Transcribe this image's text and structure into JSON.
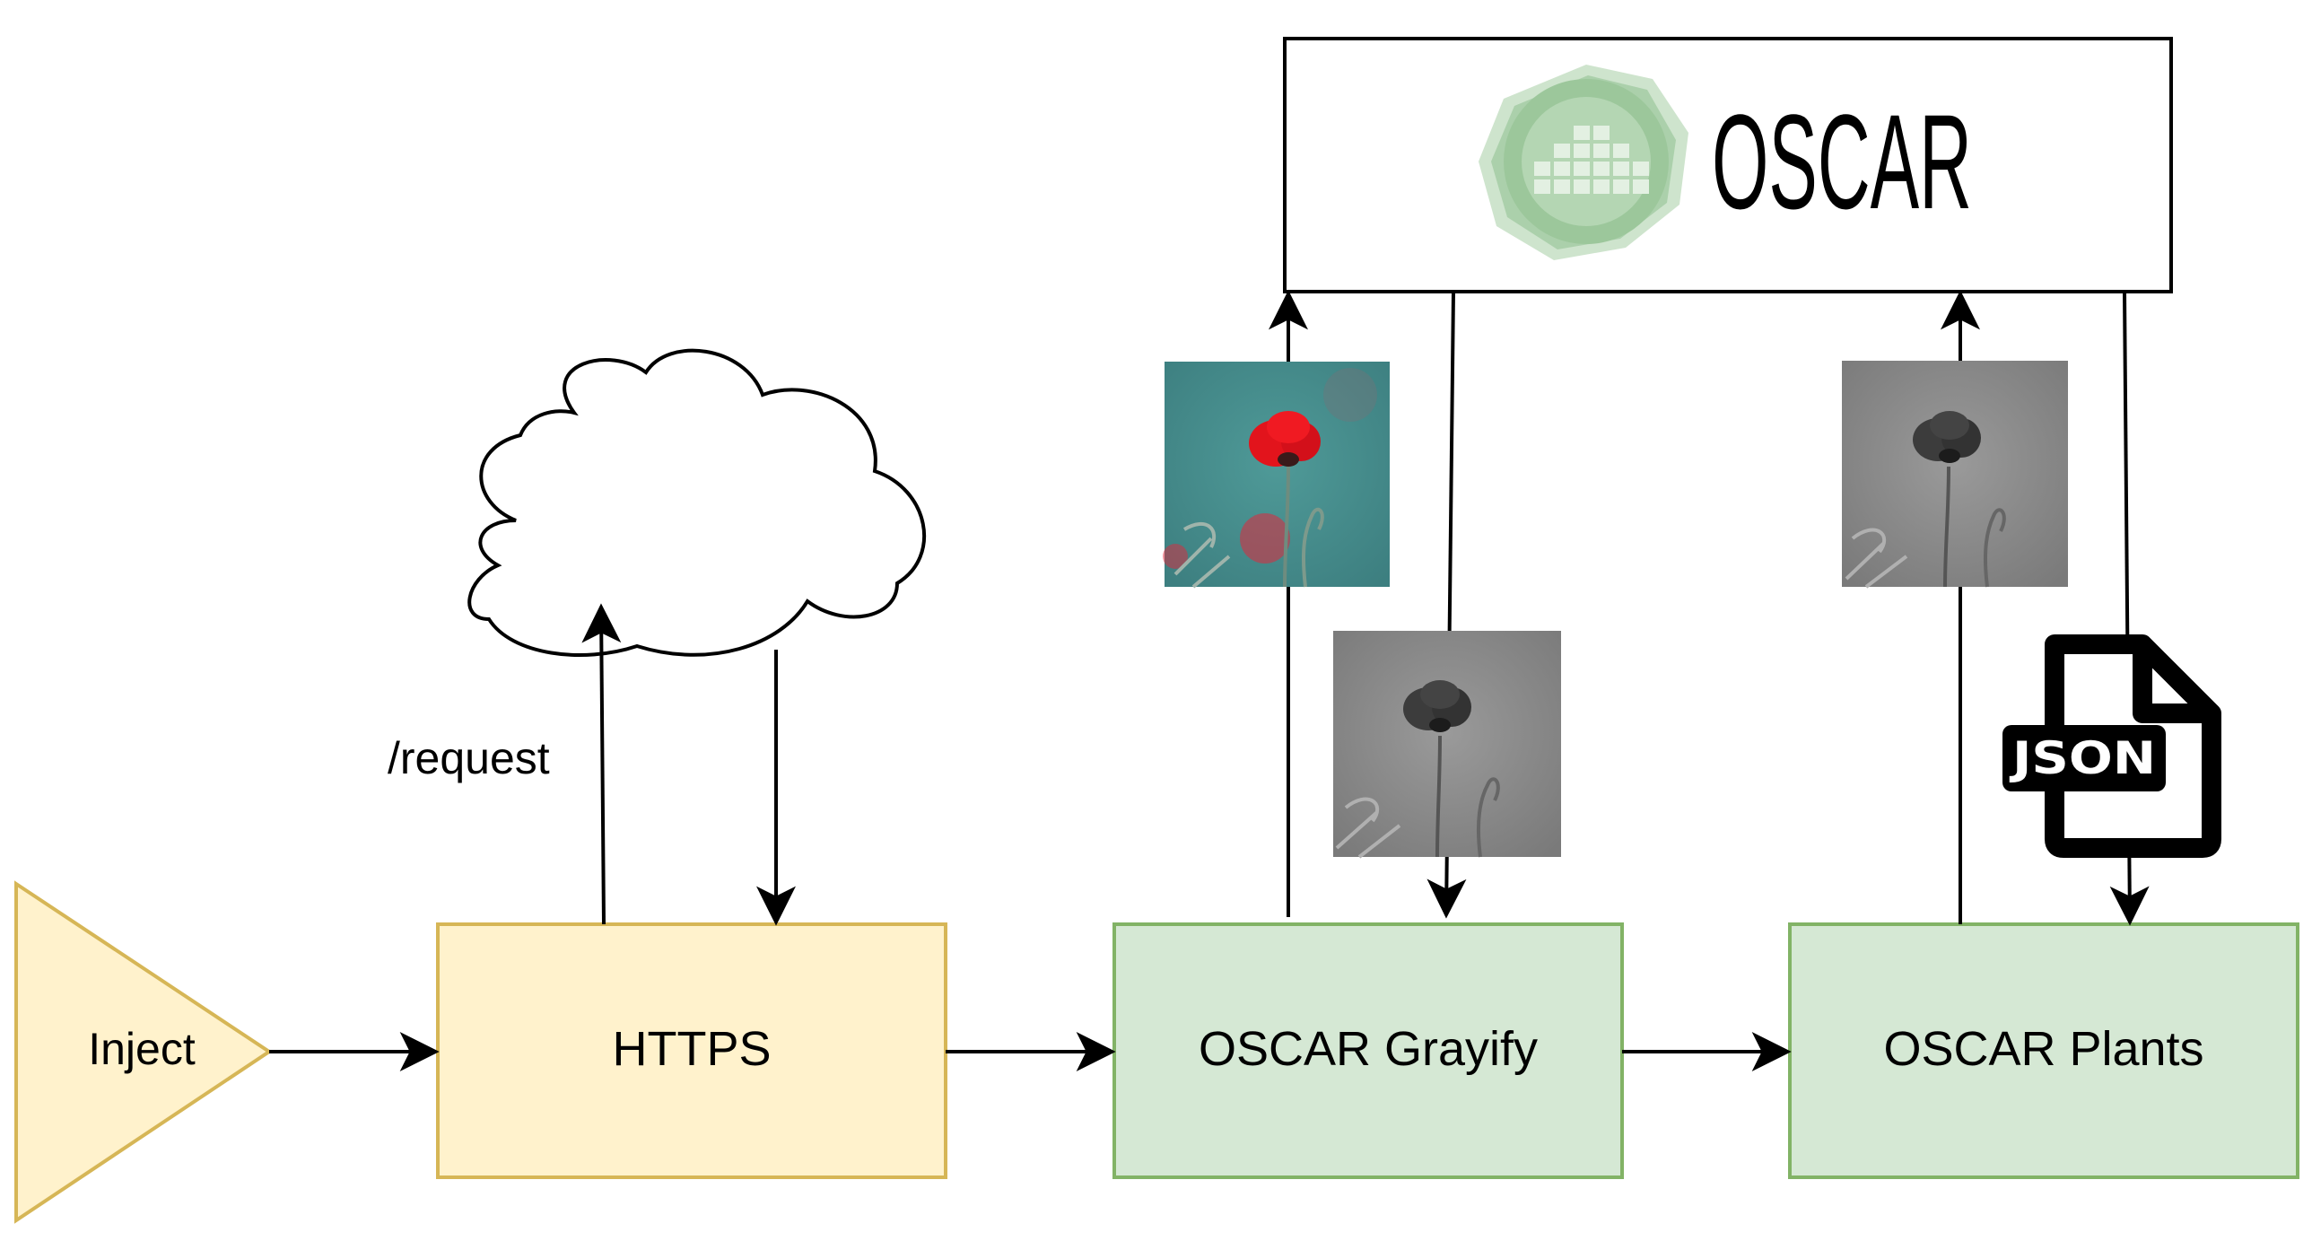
{
  "nodes": {
    "inject": {
      "label": "Inject",
      "fill": "#fff2cc",
      "stroke": "#d6b656"
    },
    "https": {
      "label": "HTTPS",
      "fill": "#fff2cc",
      "stroke": "#d6b656"
    },
    "grayify": {
      "label": "OSCAR Grayify",
      "fill": "#d5e8d4",
      "stroke": "#82b366"
    },
    "plants": {
      "label": "OSCAR Plants",
      "fill": "#d5e8d4",
      "stroke": "#82b366"
    },
    "oscar": {
      "logo_text": "OSCAR",
      "logo_color": "#a9cda8"
    }
  },
  "edges": {
    "request_label": "/request"
  },
  "icons": {
    "json_text": "JSON",
    "color_image": "poppy-color-photo",
    "gray_image": "poppy-grayscale-photo"
  }
}
